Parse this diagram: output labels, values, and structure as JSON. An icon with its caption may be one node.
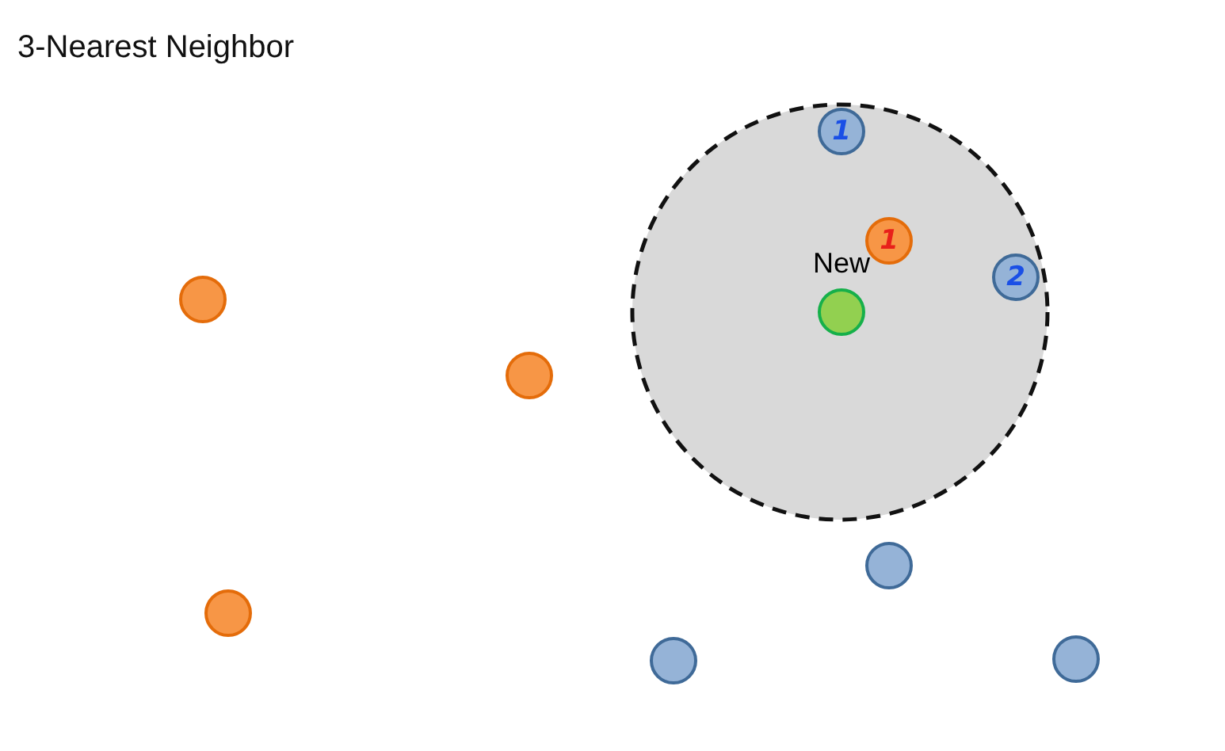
{
  "diagram": {
    "title": "3-Nearest Neighbor",
    "nodes": [
      {
        "text": [],
        "shape": "circle"
      },
      {
        "text": [
          "1"
        ],
        "in": 0
      },
      {
        "text": [
          "1"
        ],
        "in": 0
      },
      {
        "text": [
          "2"
        ],
        "in": 0
      },
      {
        "text": [],
        "shape": "circle"
      },
      {
        "text": [
          "New"
        ],
        "in": 0
      },
      {
        "text": [],
        "shape": "circle"
      },
      {
        "text": [],
        "shape": "circle"
      },
      {
        "text": [],
        "shape": "circle"
      },
      {
        "text": [],
        "shape": "circle"
      },
      {
        "text": [],
        "shape": "circle"
      }
    ]
  }
}
